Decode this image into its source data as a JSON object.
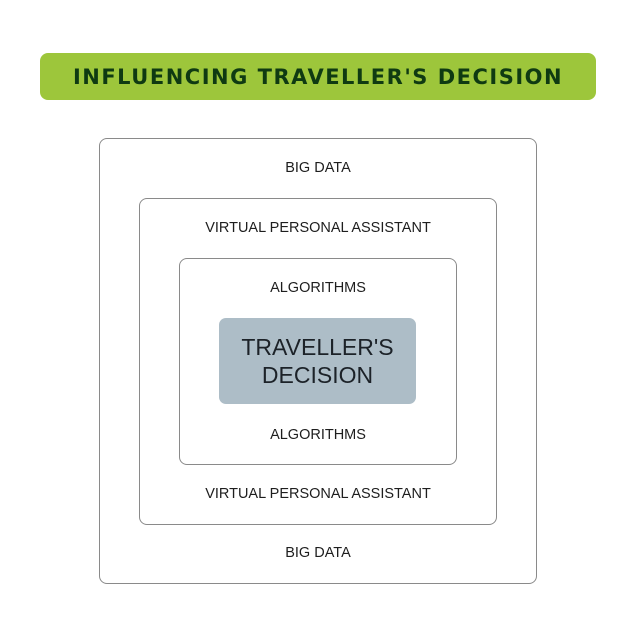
{
  "title": "INFLUENCING TRAVELLER'S DECISION",
  "colors": {
    "banner": "#9dc63b",
    "title_text": "#0f3a12",
    "center": "#adbdc7"
  },
  "layers": [
    {
      "label": "BIG DATA"
    },
    {
      "label": "VIRTUAL PERSONAL ASSISTANT"
    },
    {
      "label": "ALGORITHMS"
    }
  ],
  "center": {
    "line1": "TRAVELLER'S",
    "line2": "DECISION"
  }
}
